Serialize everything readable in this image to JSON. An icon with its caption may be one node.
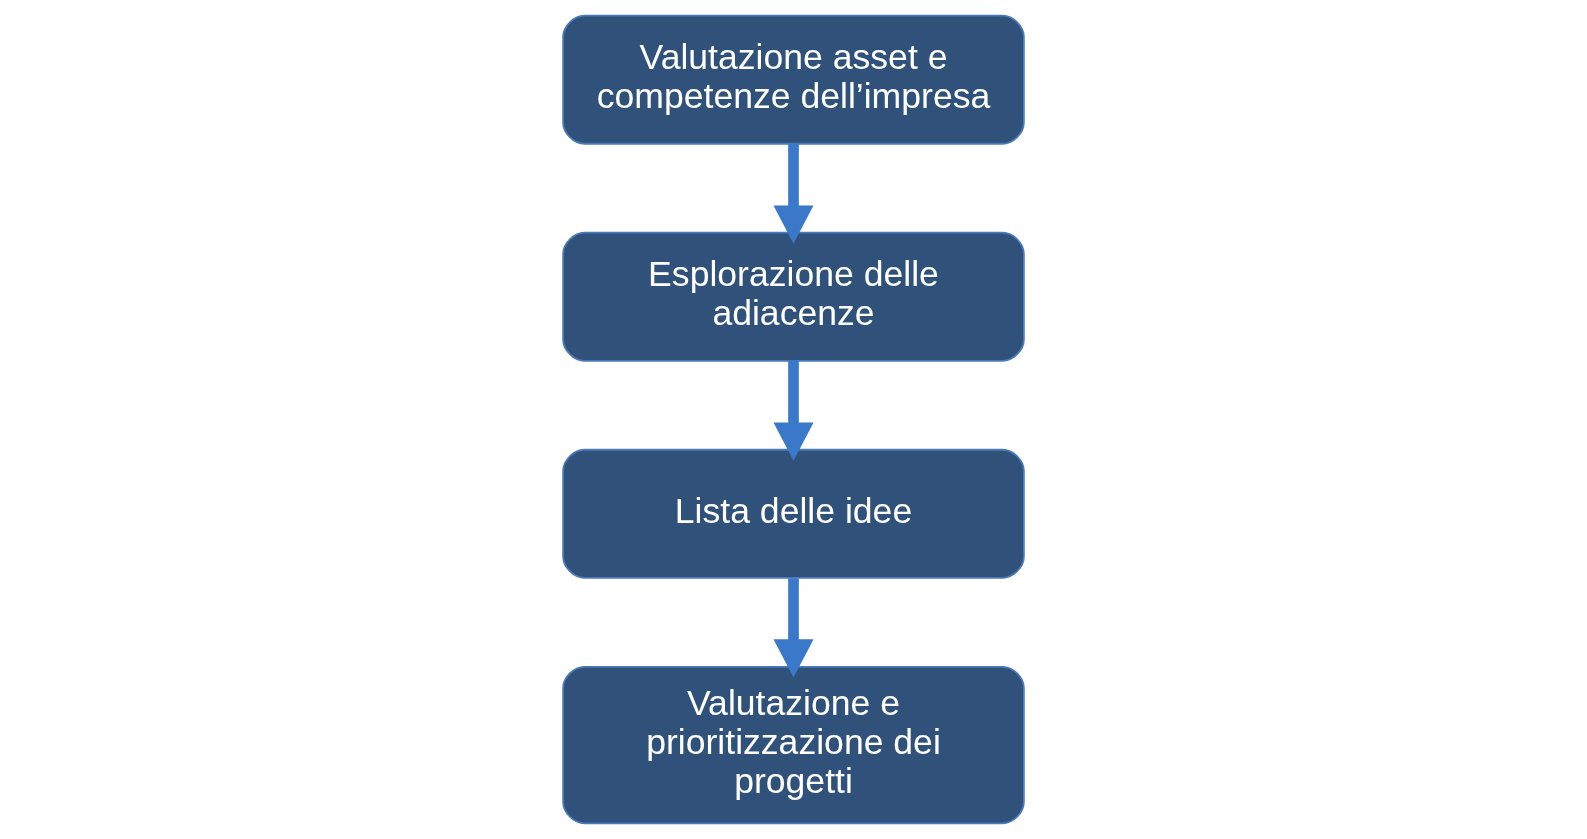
{
  "diagram": {
    "nodes": [
      {
        "text": [
          "Valutazione asset e competenze dell’impresa"
        ]
      },
      {
        "text": [
          "Esplorazione delle adiacenze"
        ]
      },
      {
        "text": [
          "Lista delle idee"
        ]
      },
      {
        "text": [
          "Valutazione e prioritizzazione dei progetti"
        ]
      }
    ],
    "edges": [
      {
        "from": 0,
        "to": 1,
        "arrow": "to"
      },
      {
        "from": 1,
        "to": 2,
        "arrow": "to"
      },
      {
        "from": 2,
        "to": 3,
        "arrow": "to"
      }
    ]
  }
}
